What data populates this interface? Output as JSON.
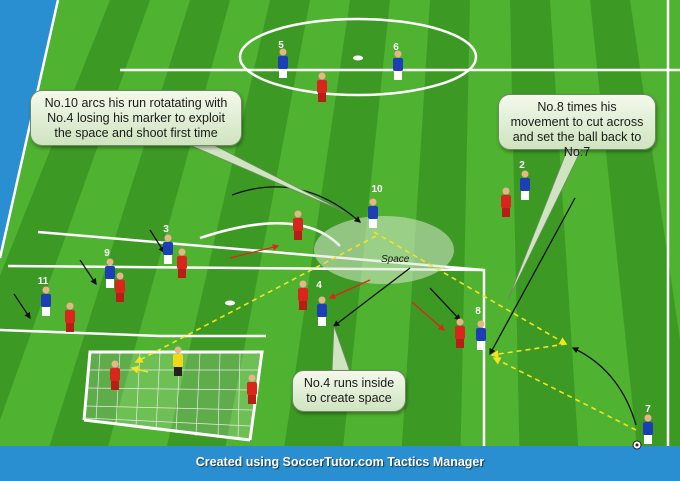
{
  "callouts": {
    "no10_run": "No.10 arcs his run rotatating with No.4 losing his marker to exploit the space and shoot first time",
    "no8_move": "No.8 times his movement to cut across and set the ball back to No.7",
    "no4_run": "No.4 runs inside to create space"
  },
  "space_label": "Space",
  "footer": "Created using SoccerTutor.com Tactics Manager",
  "players": {
    "blue": [
      {
        "number": "5"
      },
      {
        "number": "6"
      },
      {
        "number": "2"
      },
      {
        "number": "10"
      },
      {
        "number": "3"
      },
      {
        "number": "9"
      },
      {
        "number": "11"
      },
      {
        "number": "4"
      },
      {
        "number": "8"
      },
      {
        "number": "7"
      }
    ]
  },
  "colors": {
    "pitch_light": "#4fb230",
    "pitch_dark": "#3c9a24",
    "surround": "#2a8fd0",
    "team_blue": "#1c3fb5",
    "team_red": "#d9261c",
    "pass_line": "#f2e41e",
    "goalkeeper": "#f2d81b"
  }
}
